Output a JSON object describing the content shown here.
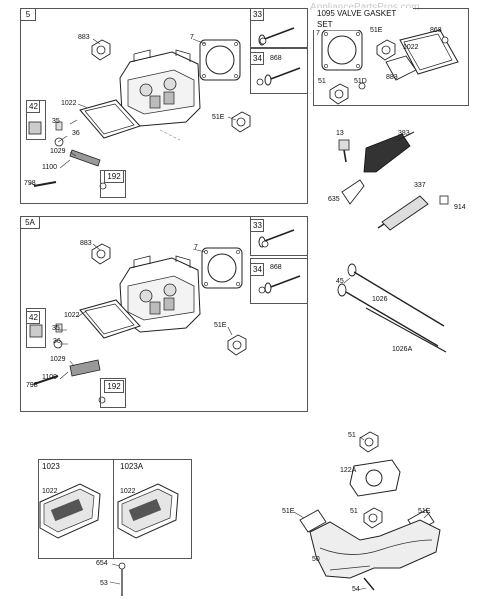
{
  "watermark": "AppliancePartsPros.com",
  "panels": {
    "p5": "5",
    "p5a": "5A",
    "valve_set": "1095 VALVE GASKET SET",
    "p1023": "1023",
    "p1023a": "1023A"
  },
  "tags": {
    "t33a": "33",
    "t34a": "34",
    "t42a": "42",
    "t192a": "192",
    "t33b": "33",
    "t34b": "34",
    "t42b": "42",
    "t192b": "192"
  },
  "labels": {
    "p5_883": "883",
    "p5_7": "7",
    "p5_1022": "1022",
    "p5_35": "35",
    "p5_36": "36",
    "p5_1029": "1029",
    "p5_1100": "1100",
    "p5_798": "798",
    "p5_51E": "51E",
    "p5_868": "868",
    "vs_7": "7",
    "vs_51E": "51E",
    "vs_1022": "1022",
    "vs_868": "868",
    "vs_51": "51",
    "vs_51D": "51D",
    "vs_883": "883",
    "r_13": "13",
    "r_383": "383",
    "r_337": "337",
    "r_635": "635",
    "r_914": "914",
    "p5a_883": "883",
    "p5a_7": "7",
    "p5a_1022": "1022",
    "p5a_35": "35",
    "p5a_36": "36",
    "p5a_1029": "1029",
    "p5a_1100": "1100",
    "p5a_798": "798",
    "p5a_51E": "51E",
    "p5a_868": "868",
    "r_45": "45",
    "r_1026": "1026",
    "r_1026A": "1026A",
    "c_1022a": "1022",
    "c_1022b": "1022",
    "c_654": "654",
    "c_53": "53",
    "m_51a": "51",
    "m_122A": "122A",
    "m_51E_l": "51E",
    "m_51b": "51",
    "m_51E_r": "51E",
    "m_50": "50",
    "m_54": "54"
  }
}
